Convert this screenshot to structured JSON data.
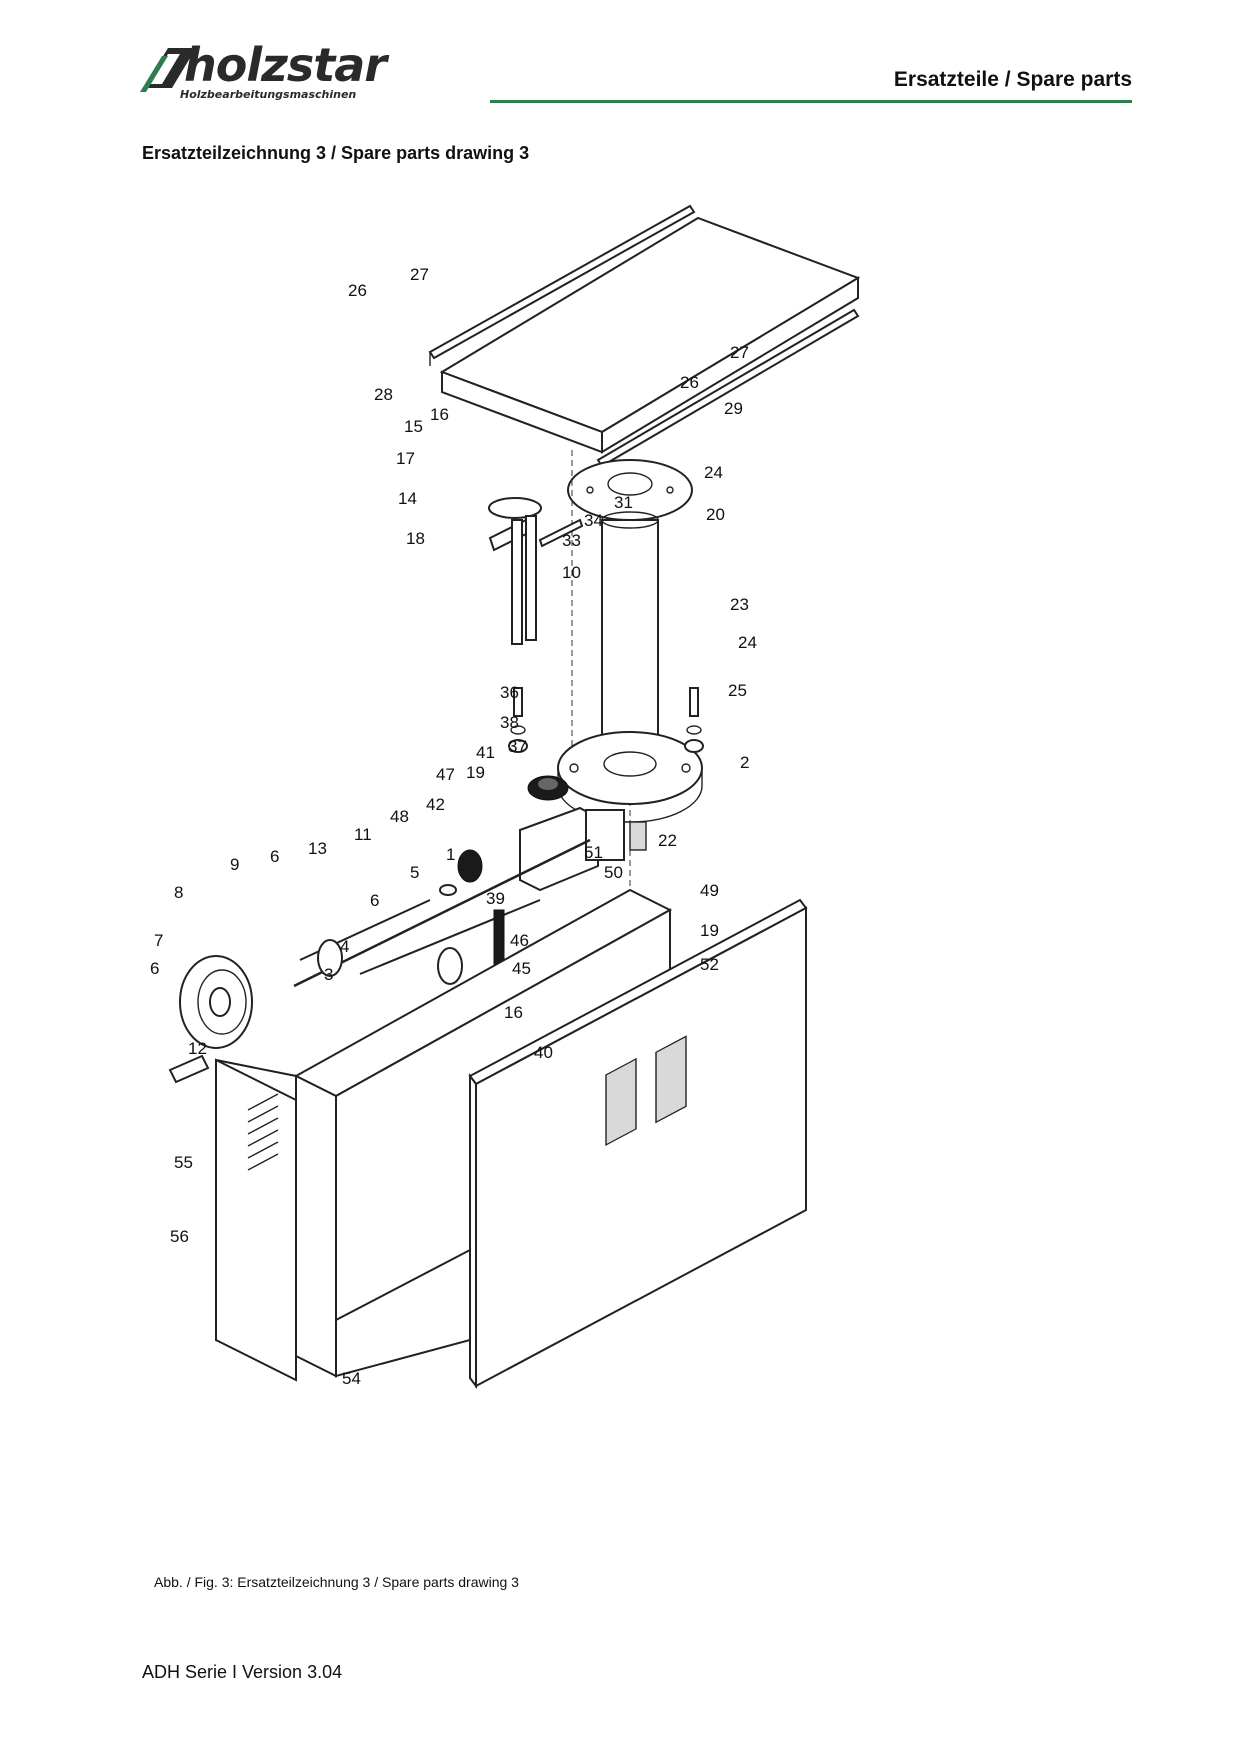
{
  "header": {
    "brand": "holzstar",
    "brand_tagline": "Holzbearbeitungsmaschinen",
    "title": "Ersatzteile / Spare parts"
  },
  "section_title": "Ersatzteilzeichnung 3 / Spare parts drawing 3",
  "drawing": {
    "part_labels": [
      "27",
      "26",
      "27",
      "26",
      "28",
      "29",
      "16",
      "15",
      "17",
      "24",
      "31",
      "20",
      "14",
      "34",
      "18",
      "33",
      "10",
      "23",
      "24",
      "25",
      "36",
      "38",
      "37",
      "41",
      "2",
      "47",
      "19",
      "42",
      "48",
      "11",
      "13",
      "51",
      "22",
      "6",
      "1",
      "5",
      "9",
      "8",
      "50",
      "49",
      "6",
      "39",
      "46",
      "19",
      "7",
      "4",
      "45",
      "52",
      "6",
      "3",
      "16",
      "40",
      "12",
      "55",
      "56",
      "54"
    ]
  },
  "caption": "Abb. / Fig. 3: Ersatzteilzeichnung 3 / Spare parts drawing 3",
  "footer": "ADH Serie I Version 3.04",
  "colors": {
    "accent_rule": "#2e7d4f",
    "logo": "#2a2a2a",
    "logo_accent": "#2e7d4f"
  }
}
